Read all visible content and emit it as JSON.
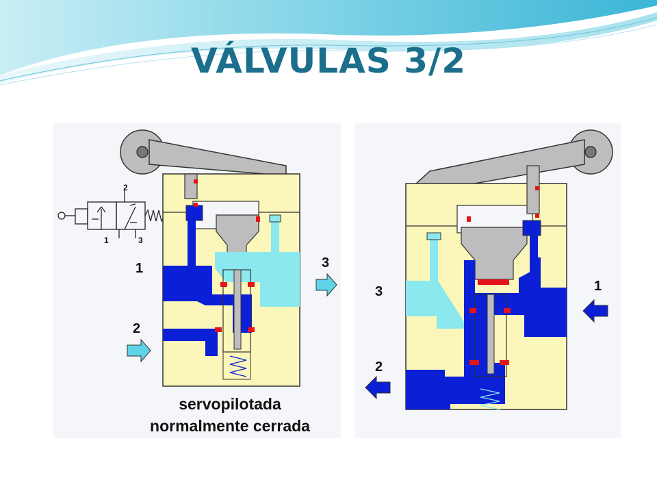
{
  "slide": {
    "title": "VÁLVULAS 3/2"
  },
  "left_diagram": {
    "ports": {
      "p1": "1",
      "p2": "2",
      "p3": "3"
    },
    "symbol_ports": {
      "top": "2",
      "bottom_left": "1",
      "bottom_right": "3"
    },
    "caption_line1": "servopilotada",
    "caption_line2": "normalmente cerrada"
  },
  "right_diagram": {
    "ports": {
      "p1": "1",
      "p2": "2",
      "p3": "3"
    }
  },
  "colors": {
    "title": "#1c6f8c",
    "body": "#fbf6b9",
    "pressure": "#0b1fd6",
    "exhaust": "#8ae8ee",
    "seal": "#e3141a",
    "lever": "#bdbdbd",
    "arrow": "#5fd3e8",
    "diagram_bg": "#f4f6fa"
  }
}
